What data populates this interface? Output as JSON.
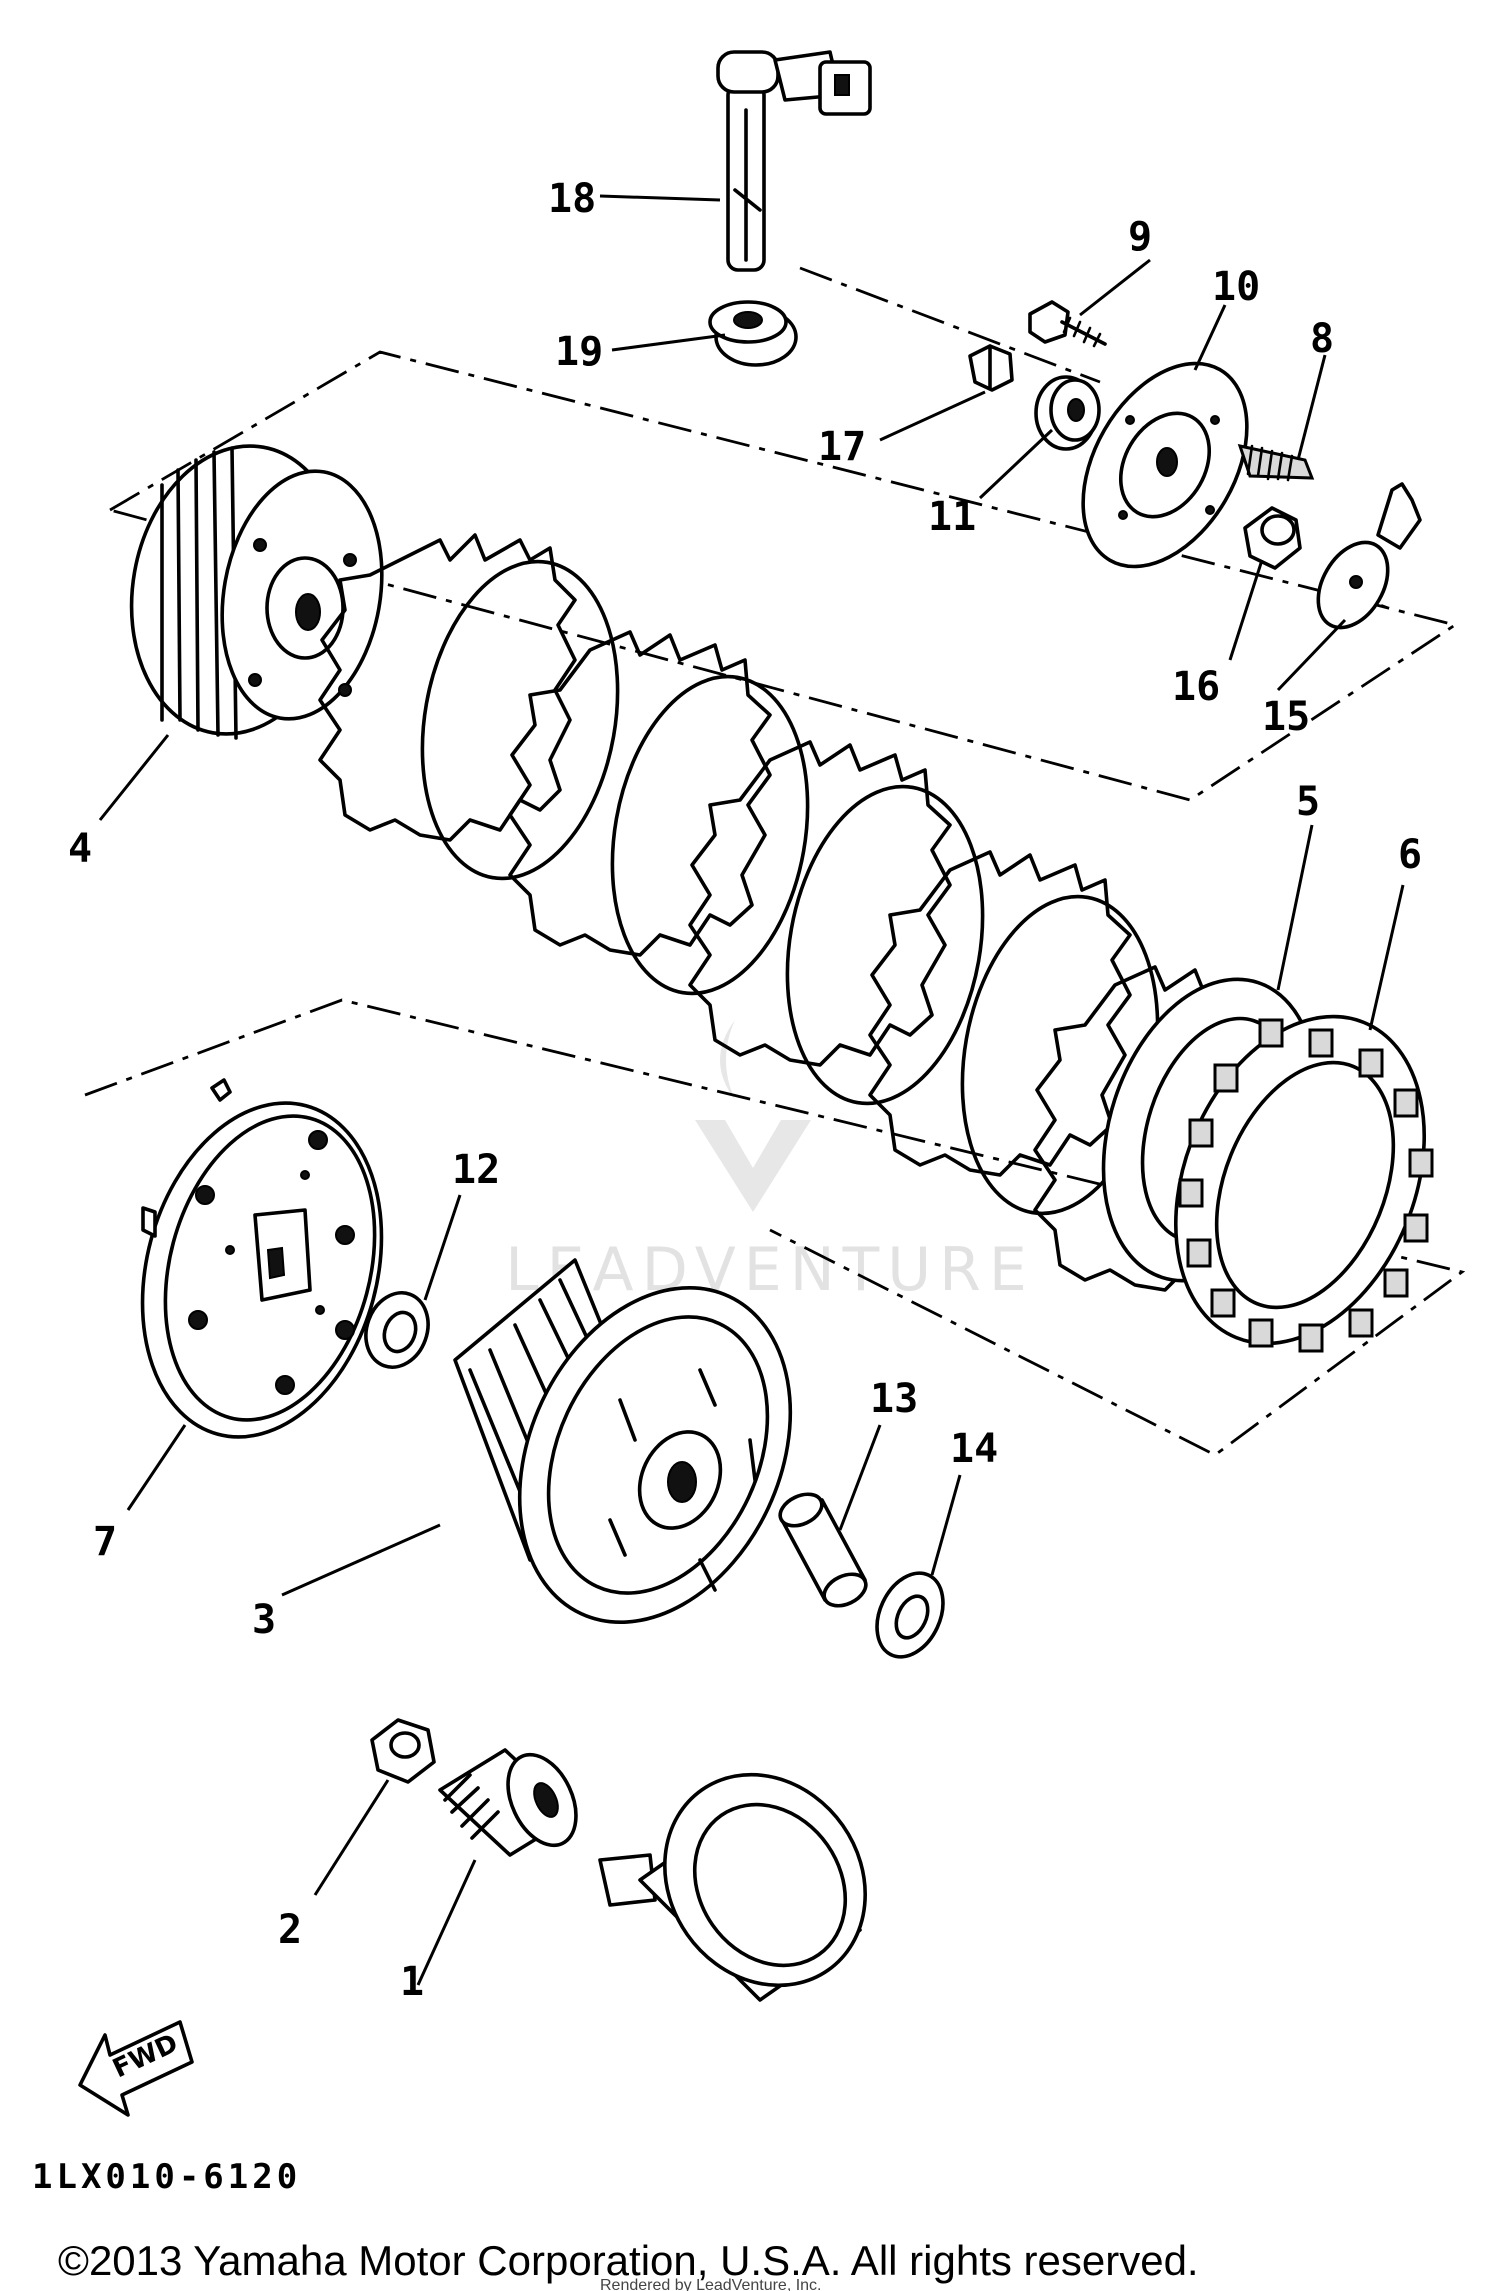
{
  "callouts": [
    {
      "id": "1",
      "text": "1"
    },
    {
      "id": "2",
      "text": "2"
    },
    {
      "id": "3",
      "text": "3"
    },
    {
      "id": "4",
      "text": "4"
    },
    {
      "id": "5",
      "text": "5"
    },
    {
      "id": "6",
      "text": "6"
    },
    {
      "id": "7",
      "text": "7"
    },
    {
      "id": "8",
      "text": "8"
    },
    {
      "id": "9",
      "text": "9"
    },
    {
      "id": "10",
      "text": "10"
    },
    {
      "id": "11",
      "text": "11"
    },
    {
      "id": "12",
      "text": "12"
    },
    {
      "id": "13",
      "text": "13"
    },
    {
      "id": "14",
      "text": "14"
    },
    {
      "id": "15",
      "text": "15"
    },
    {
      "id": "16",
      "text": "16"
    },
    {
      "id": "17",
      "text": "17"
    },
    {
      "id": "18",
      "text": "18"
    },
    {
      "id": "19",
      "text": "19"
    }
  ],
  "fwd_label": "FWD",
  "diagram_code": "1LX010-6120",
  "watermark": "LEADVENTURE",
  "copyright": "©2013 Yamaha Motor Corporation, U.S.A. All rights reserved.",
  "rendered_by": "Rendered by LeadVenture, Inc."
}
